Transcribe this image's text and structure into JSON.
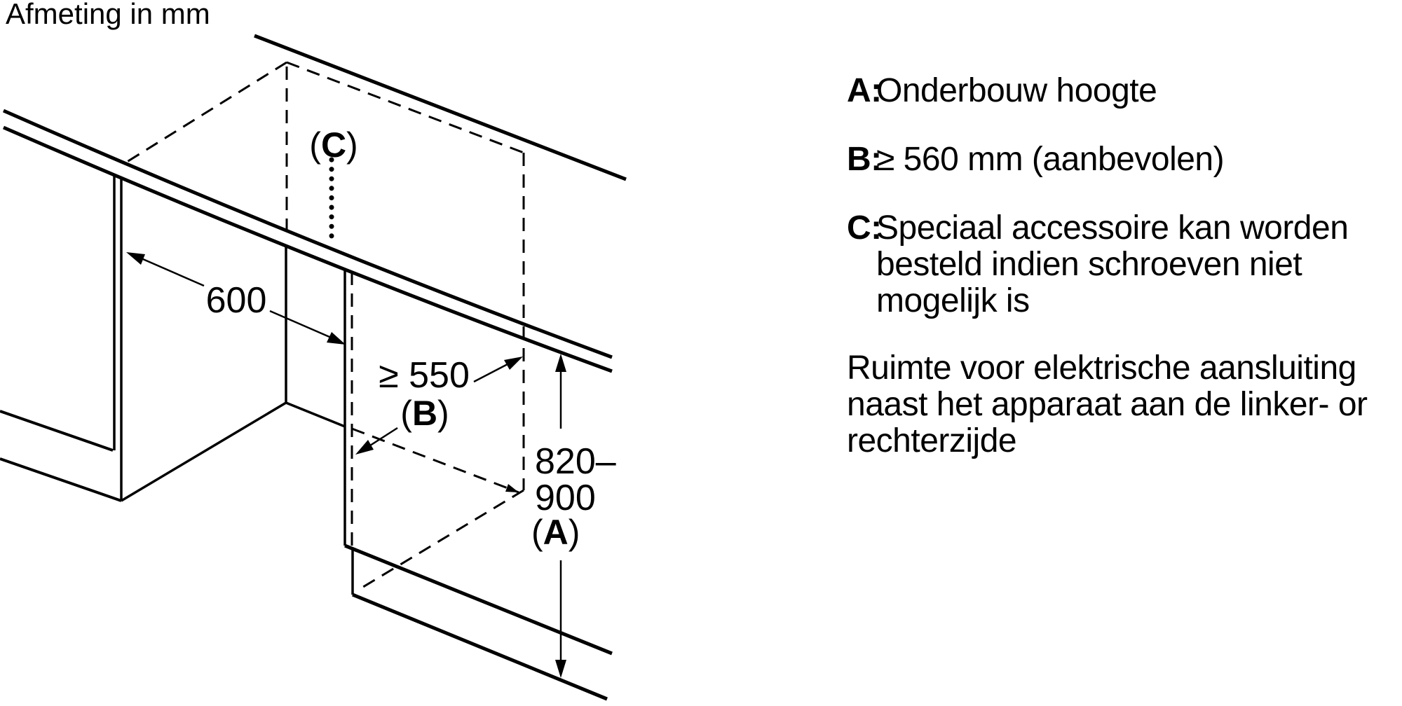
{
  "title": "Afmeting in mm",
  "diagram": {
    "dim_width": "600",
    "dim_depth": "≥ 550",
    "dim_height_line1": "820–",
    "dim_height_line2": "900",
    "label_a": {
      "open": "(",
      "letter": "A",
      "close": ")"
    },
    "label_b": {
      "open": "(",
      "letter": "B",
      "close": ")"
    },
    "label_c": {
      "open": "(",
      "letter": "C",
      "close": ")"
    },
    "line_color": "#000000",
    "background_color": "#ffffff"
  },
  "legend": {
    "items": [
      {
        "key": "A:",
        "lines": [
          "Onderbouw hoogte"
        ]
      },
      {
        "key": "B:",
        "lines": [
          "≥ 560 mm (aanbevolen)"
        ]
      },
      {
        "key": "C:",
        "lines": [
          "Speciaal accessoire kan worden",
          "besteld indien schroeven niet",
          "mogelijk is"
        ]
      }
    ],
    "note_lines": [
      "Ruimte voor elektrische aansluiting",
      "naast het apparaat aan de linker- or",
      "rechterzijde"
    ]
  }
}
